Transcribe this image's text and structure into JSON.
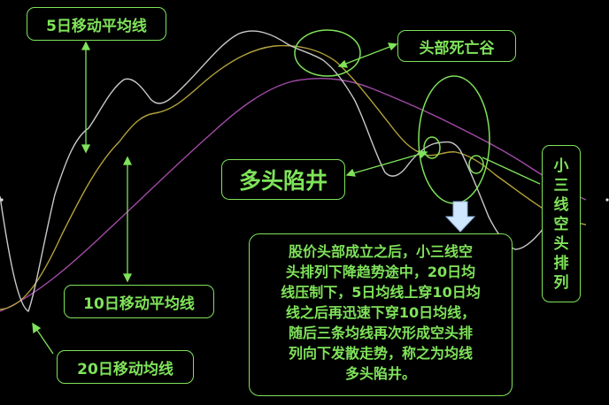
{
  "labels": {
    "ma5": "5日移动平均线",
    "ma10": "10日移动平均线",
    "ma20": "20日移动均线",
    "death_valley": "头部死亡谷",
    "trap": "多头陷井",
    "vertical": [
      "小",
      "三",
      "线",
      "空",
      "头",
      "排",
      "列"
    ]
  },
  "note_lines": [
    "股价头部成立之后，小三线空",
    "头排列下降趋势途中，20日均",
    "线压制下，5日均线上穿10日均",
    "线之后再迅速下穿10日均线，",
    "随后三条均线再次形成空头排",
    "列向下发散走势，称之为均线",
    "多头陷井。"
  ],
  "colors": {
    "background": "#000000",
    "accent": "#7fe35a",
    "ma5_line": "#c9c9c9",
    "ma10_line": "#b3a23a",
    "ma20_line": "#a24aa8",
    "arrow_fill": "#cfe6ff"
  }
}
